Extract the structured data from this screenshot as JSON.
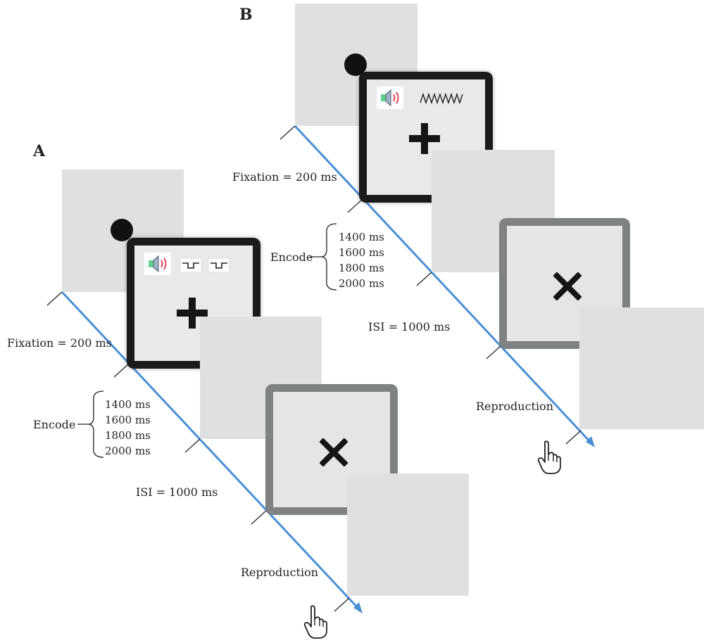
{
  "panels": {
    "a": {
      "letter": "A",
      "fixation_label": "Fixation = 200 ms",
      "encode_label": "Encode",
      "durations": [
        "1400 ms",
        "1600 ms",
        "1800 ms",
        "2000 ms"
      ],
      "isi_label": "ISI = 1000 ms",
      "reproduction_label": "Reproduction",
      "sound_icon": "square-pulse-tones-icon"
    },
    "b": {
      "letter": "B",
      "fixation_label": "Fixation = 200 ms",
      "encode_label": "Encode",
      "durations": [
        "1400 ms",
        "1600 ms",
        "1800 ms",
        "2000 ms"
      ],
      "isi_label": "ISI = 1000 ms",
      "reproduction_label": "Reproduction",
      "sound_icon": "sine-wave-tone-icon"
    }
  },
  "colors": {
    "timeline": "#4a8fd6",
    "frame_dark": "#1b1b1b",
    "frame_grey": "#7f8282",
    "screen_fill": "#dfe1e0",
    "speaker_green": "#5fd38d",
    "speaker_red": "#e0455a"
  },
  "icons": {
    "fixation": "plus-icon",
    "response": "x-mark-icon",
    "pointer": "pointing-hand-icon",
    "speaker": "speaker-icon"
  }
}
